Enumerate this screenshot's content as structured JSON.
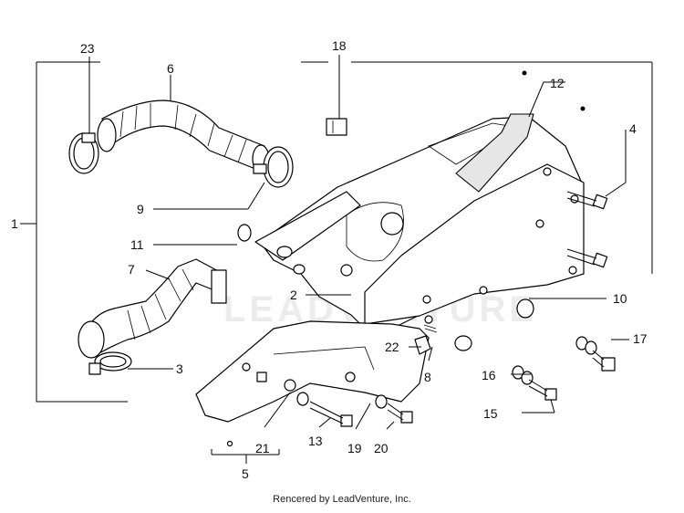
{
  "diagram": {
    "callouts": {
      "c1": "1",
      "c2": "2",
      "c3": "3",
      "c4": "4",
      "c5": "5",
      "c6": "6",
      "c7": "7",
      "c8": "8",
      "c9": "9",
      "c10": "10",
      "c11": "11",
      "c12": "12",
      "c13": "13",
      "c15": "15",
      "c16": "16",
      "c17": "17",
      "c18": "18",
      "c19": "19",
      "c20": "20",
      "c21": "21",
      "c22": "22",
      "c23": "23"
    },
    "watermark": "LEADVENTURE",
    "footer": "Rencered by LeadVenture, Inc."
  }
}
